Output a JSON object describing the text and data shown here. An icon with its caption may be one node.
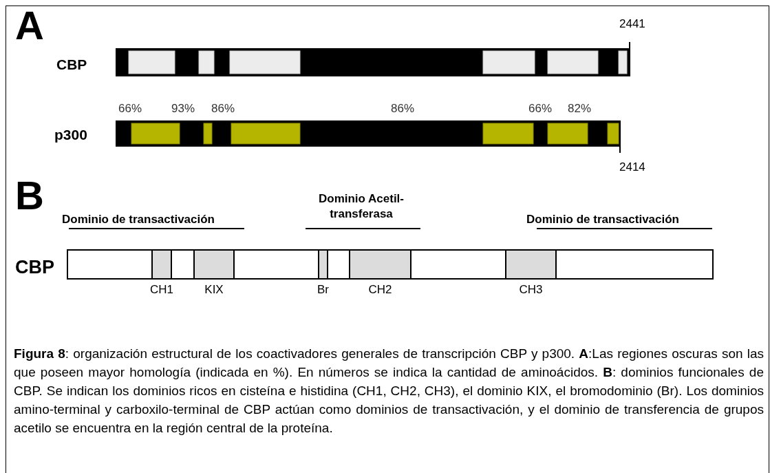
{
  "diagram": {
    "nodes": [
      {
        "text": [
          "CBP"
        ],
        "beside": [
          "2441"
        ]
      },
      {
        "text": [
          "p300"
        ],
        "beside": [
          "2414"
        ]
      },
      {
        "text": [
          "CBP"
        ]
      },
      {
        "text": [
          "CH1"
        ],
        "in": 2
      },
      {
        "text": [
          "KIX"
        ],
        "in": 2
      },
      {
        "text": [
          "Br"
        ],
        "in": 2
      },
      {
        "text": [
          "CH2"
        ],
        "in": 2
      },
      {
        "text": [
          "CH3"
        ],
        "in": 2
      }
    ],
    "edges": [],
    "labels": [
      "A",
      "66%",
      "93%",
      "86%",
      "86%",
      "66%",
      "82%",
      "B",
      "Dominio de transactivación",
      "Dominio Acetil- transferasa",
      "Dominio de transactivación"
    ],
    "caption": "**Figura 8**: organización estructural de los coactivadores generales de transcripción CBP y p300. **A**:Las regiones oscuras son las que poseen mayor homología (indicada en %). En números se indica la cantidad de aminoácidos. **B**: dominios funcionales de CBP. Se indican los dominios ricos en cisteína e histidina (CH1, CH2, CH3), el dominio KIX, el bromodominio (Br). Los dominios amino-terminal y carboxilo-terminal de CBP actúan como dominios de transactivación, y el dominio de transferencia de grupos acetilo se encuentra en la región central de la proteína."
  }
}
